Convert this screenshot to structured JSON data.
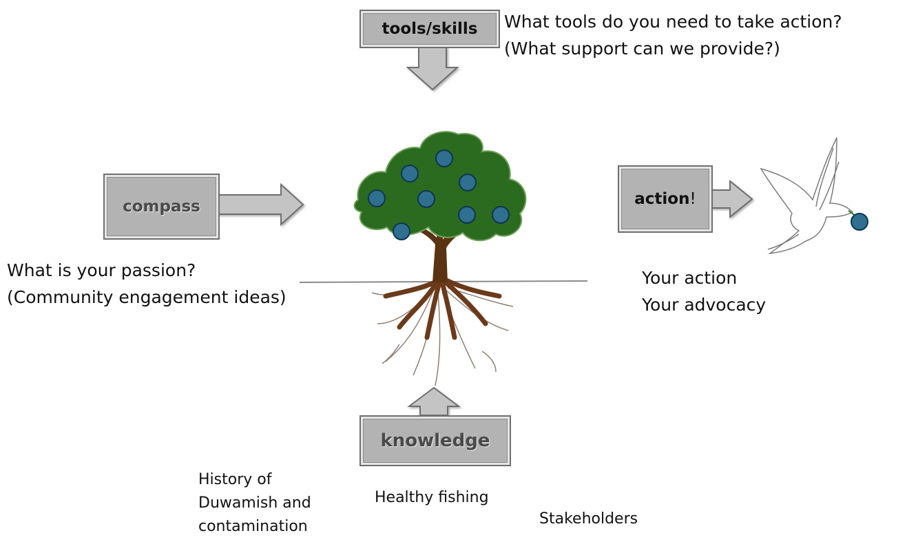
{
  "boxes": {
    "tools_label": "tools/skills",
    "compass_label": "compass",
    "action_label": "action",
    "action_suffix": "!",
    "knowledge_label": "knowledge"
  },
  "captions": {
    "tools_line1": "What tools do you need to take action?",
    "tools_line2": "(What support can we provide?)",
    "compass_line1": "What is your passion?",
    "compass_line2": "(Community engagement ideas)",
    "action_line1": "Your action",
    "action_line2": "Your advocacy"
  },
  "knowledge_items": {
    "history_line1": "History of",
    "history_line2": "Duwamish and",
    "history_line3": "contamination",
    "fishing": "Healthy fishing",
    "stakeholders": "Stakeholders"
  },
  "colors": {
    "box_fill": "#b3b3b3",
    "arrow_fill": "#c4c4c4",
    "foliage": "#2b6b1f",
    "foliage_light": "#6fa35a",
    "trunk": "#5a3312",
    "roots": "#6b3a1a",
    "fruit": "#2f6f8f"
  },
  "icons": {
    "tree": "tree-illustration",
    "bird": "dove-with-fruit"
  }
}
